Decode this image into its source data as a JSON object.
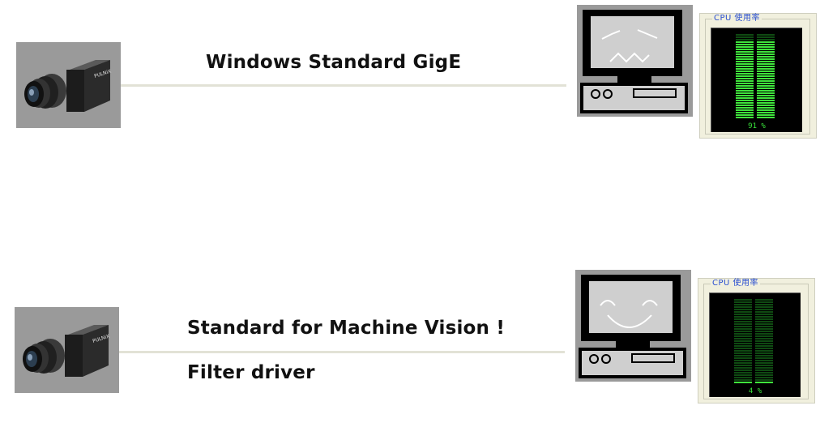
{
  "rows": [
    {
      "label_lines": [
        "Windows Standard GigE"
      ],
      "camera_brand": "PULNiX",
      "pc_face": "dizzy",
      "cpu": {
        "title": "CPU 使用率",
        "usage_text": "91 %",
        "usage_fraction": 0.91
      }
    },
    {
      "label_lines": [
        "Standard for Machine Vision !",
        "Filter driver"
      ],
      "camera_brand": "PULNiX",
      "pc_face": "happy",
      "cpu": {
        "title": "CPU 使用率",
        "usage_text": "4 %",
        "usage_fraction": 0.04
      }
    }
  ],
  "colors": {
    "meter_on": "#3fe33c",
    "meter_off": "#0f4a12",
    "frame_gray": "#9a9a9a",
    "link_line": "#e2e2d6"
  },
  "icons": [
    "camera-icon",
    "computer-icon",
    "cpu-meter-icon"
  ]
}
